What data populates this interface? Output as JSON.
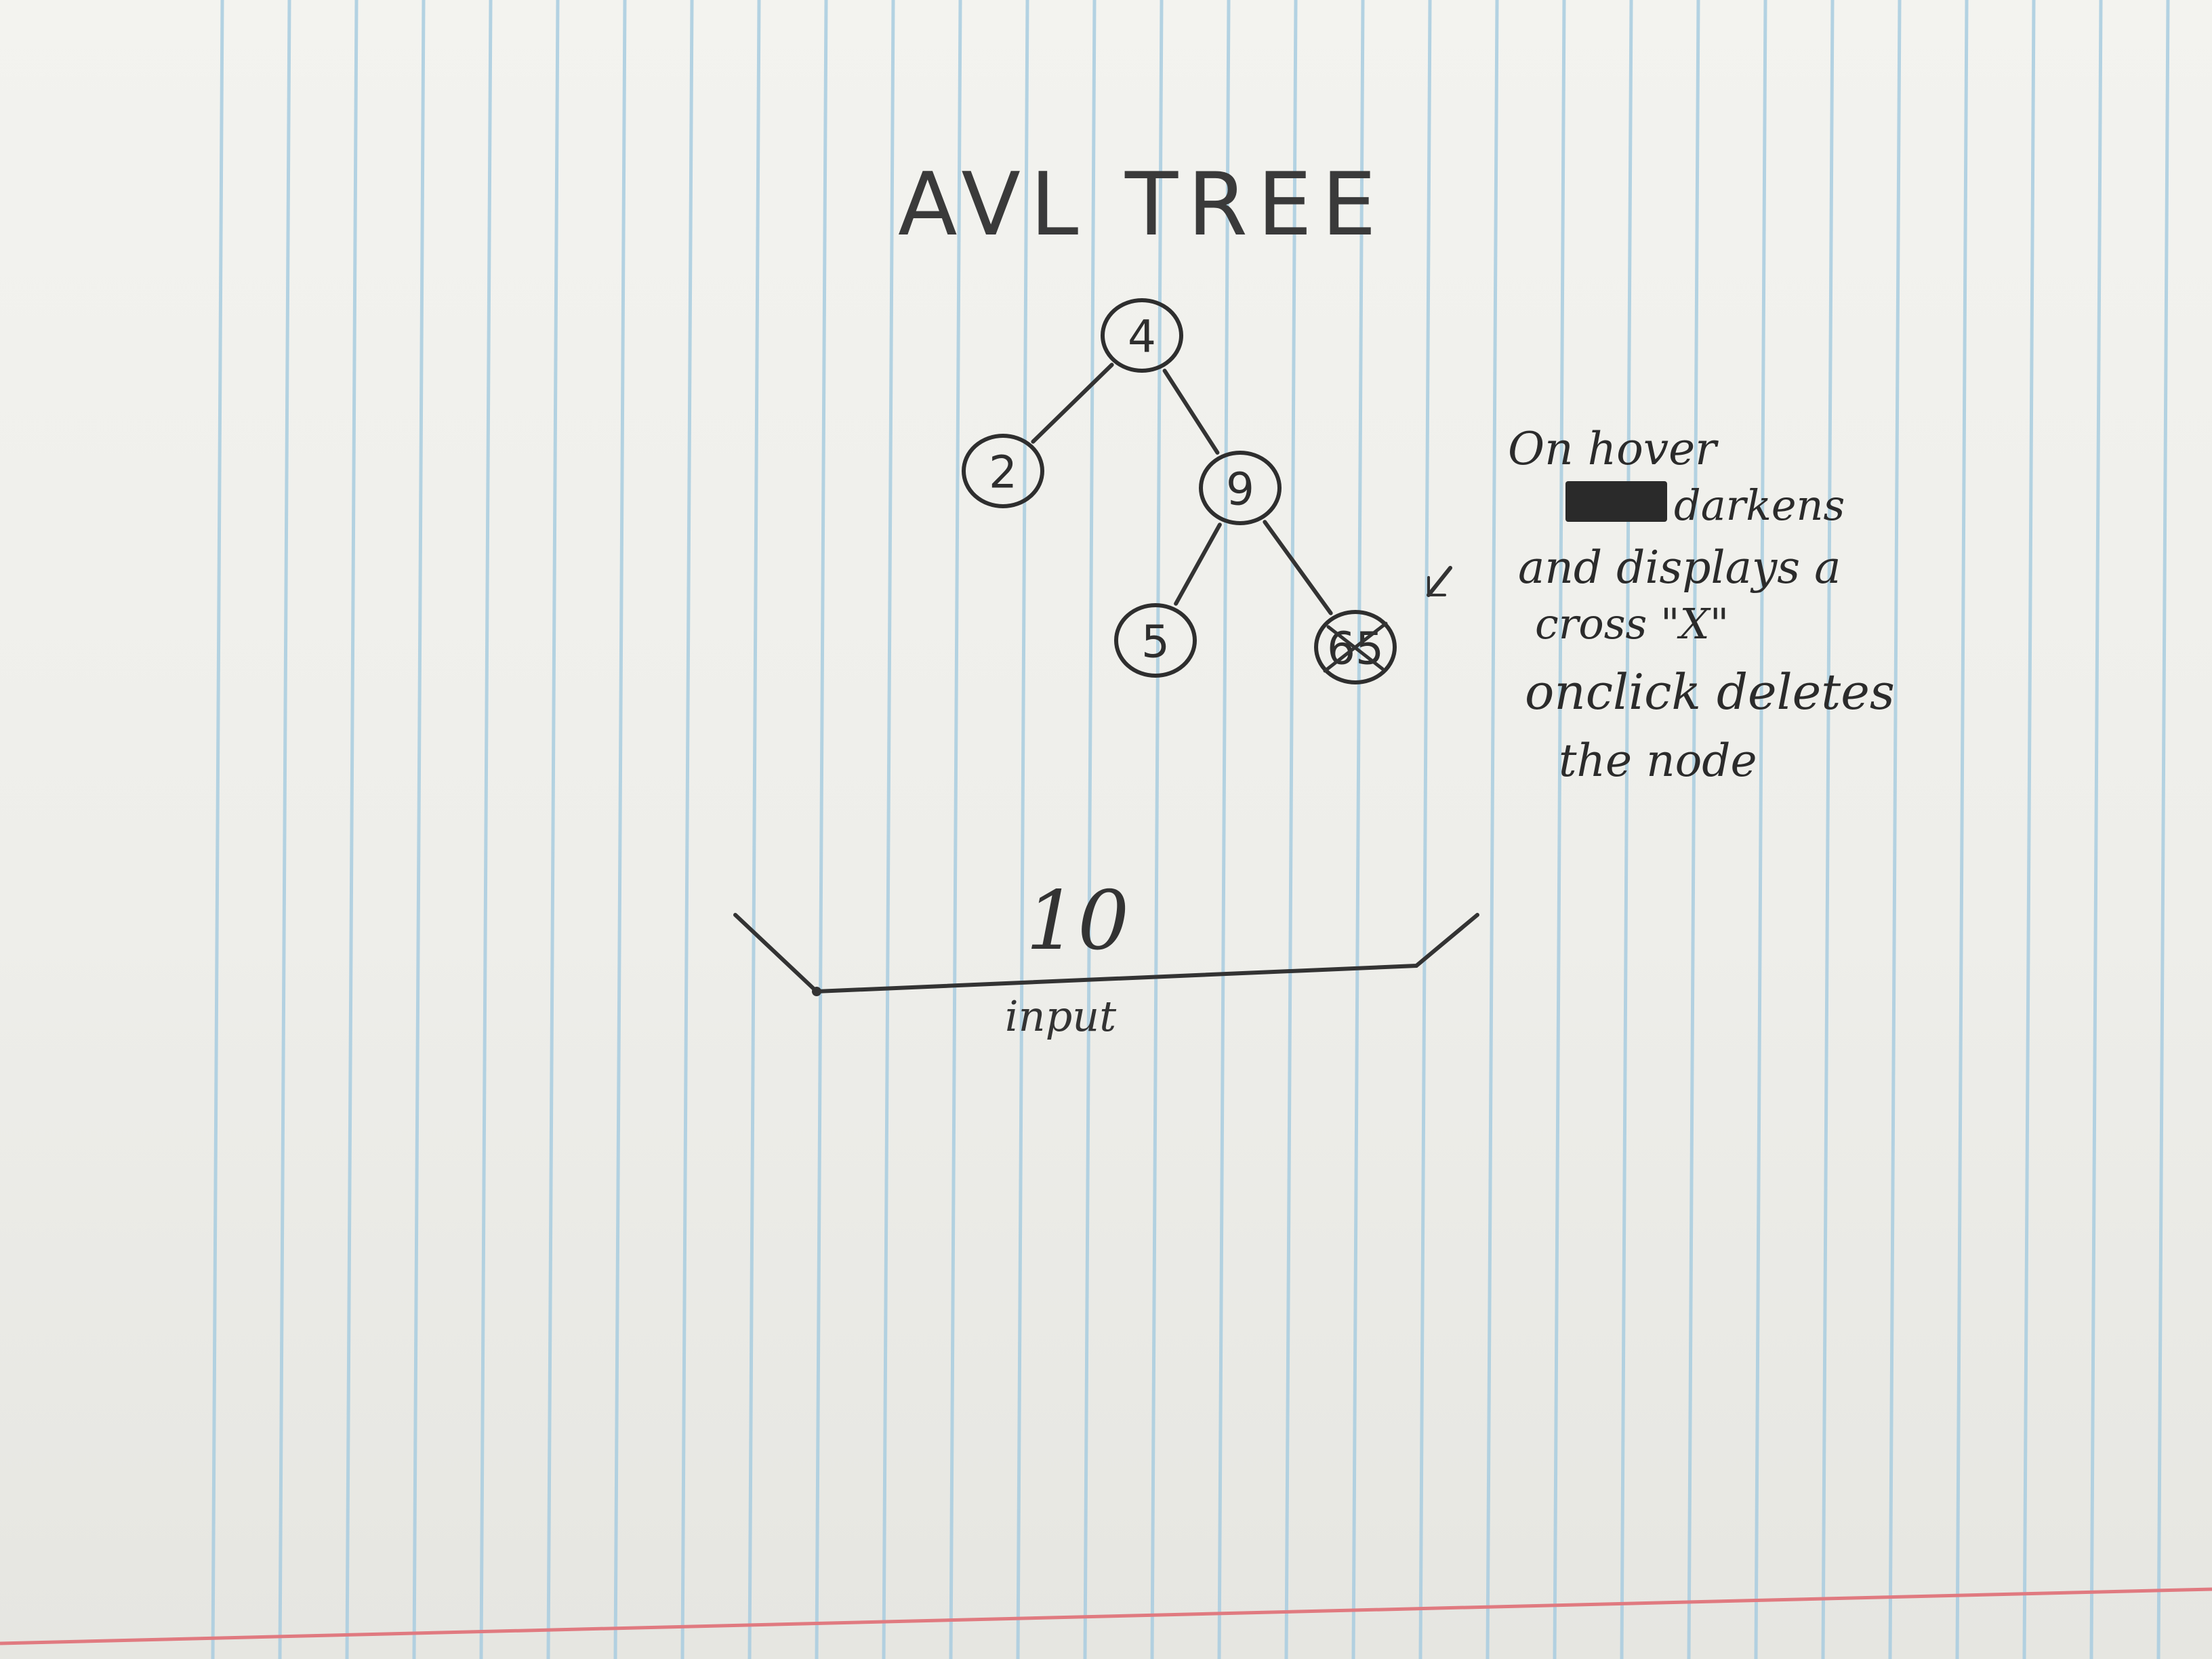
{
  "sketch": {
    "title": "AVL TREE",
    "tree": {
      "nodes": [
        {
          "id": "n4",
          "label": "4"
        },
        {
          "id": "n2",
          "label": "2"
        },
        {
          "id": "n9",
          "label": "9"
        },
        {
          "id": "n5",
          "label": "5"
        },
        {
          "id": "n65",
          "label": "65",
          "state": "hovered-crossed"
        }
      ],
      "edges": [
        [
          "n4",
          "n2"
        ],
        [
          "n4",
          "n9"
        ],
        [
          "n9",
          "n5"
        ],
        [
          "n9",
          "n65"
        ]
      ]
    },
    "annotation": {
      "lines": [
        "On hover",
        "darkens",
        "and displays a",
        "cross \"X\"",
        "onclick deletes",
        "the node"
      ],
      "arrow_symbol": "⇙"
    },
    "input": {
      "value": "10",
      "label": "input"
    }
  },
  "colors": {
    "paper": "#efefea",
    "rule_blue": "#a9cde0",
    "margin_red": "#e07a80",
    "ink": "#2e2e2e"
  }
}
